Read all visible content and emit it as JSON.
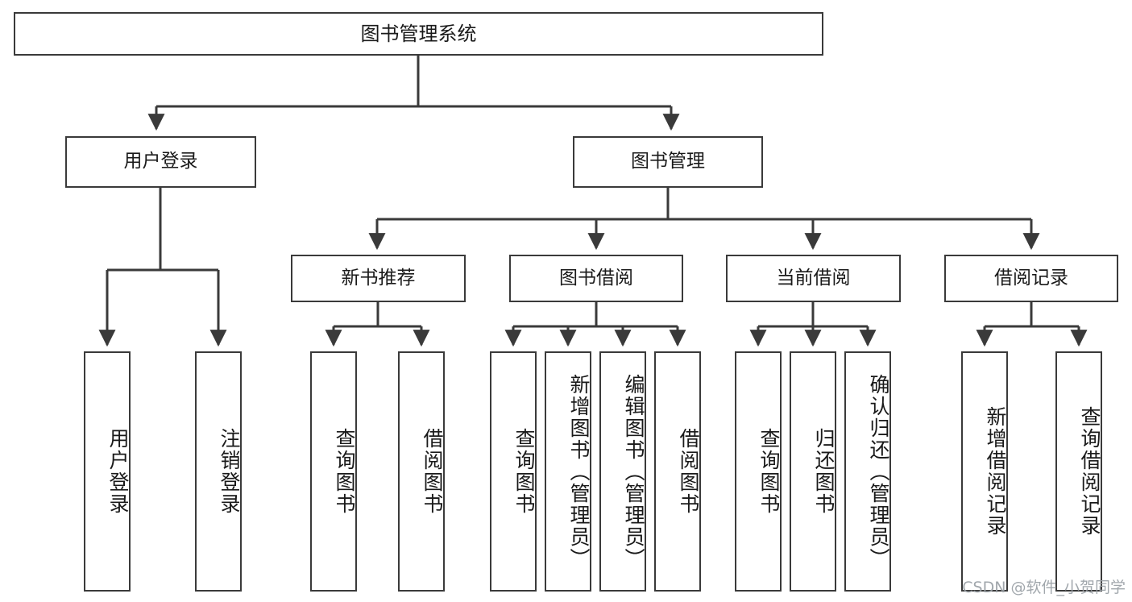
{
  "diagram": {
    "type": "tree",
    "title": "图书管理系统",
    "root": {
      "label": "图书管理系统"
    },
    "level1": [
      {
        "label": "用户登录"
      },
      {
        "label": "图书管理"
      }
    ],
    "level2": [
      {
        "label": "新书推荐"
      },
      {
        "label": "图书借阅"
      },
      {
        "label": "当前借阅"
      },
      {
        "label": "借阅记录"
      }
    ],
    "leaves": {
      "user_login": [
        {
          "label": "用户登录"
        },
        {
          "label": "注销登录"
        }
      ],
      "new_book_recommend": [
        {
          "label": "查询图书"
        },
        {
          "label": "借阅图书"
        }
      ],
      "book_borrow": [
        {
          "label": "查询图书"
        },
        {
          "label": "新增图书（管理员）"
        },
        {
          "label": "编辑图书（管理员）"
        },
        {
          "label": "借阅图书"
        }
      ],
      "current_borrow": [
        {
          "label": "查询图书"
        },
        {
          "label": "归还图书"
        },
        {
          "label": "确认归还（管理员）"
        }
      ],
      "borrow_record": [
        {
          "label": "新增借阅记录"
        },
        {
          "label": "查询借阅记录"
        }
      ]
    }
  },
  "watermark": {
    "text": "CSDN @软件_小贺同学"
  },
  "colors": {
    "stroke": "#3a3a3a",
    "background": "#ffffff",
    "text": "#1a1a1a",
    "watermark": "#9aa0a6"
  }
}
